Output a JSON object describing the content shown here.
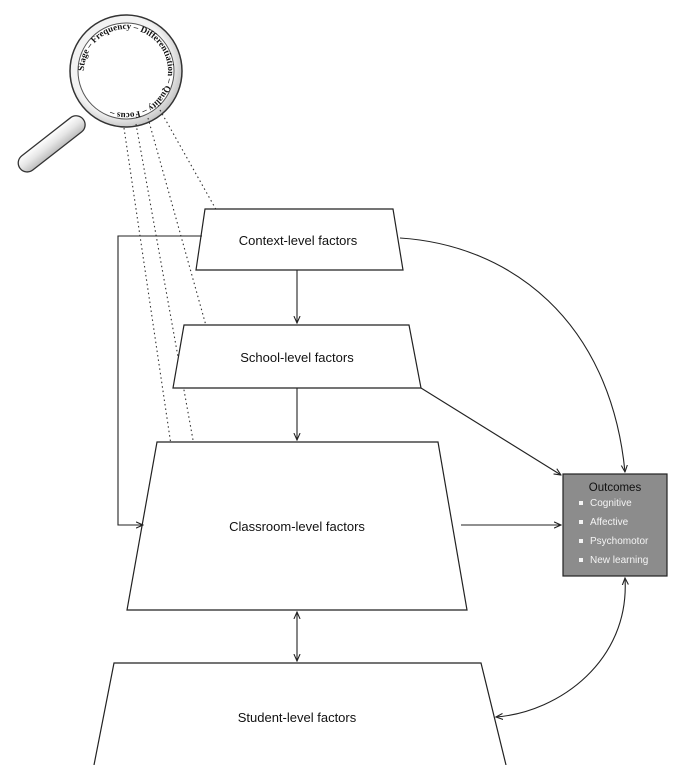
{
  "diagram": {
    "context_label": "Context-level factors",
    "school_label": "School-level factors",
    "classroom_label": "Classroom-level factors",
    "student_label": "Student-level factors",
    "outcomes": {
      "title": "Outcomes",
      "items": [
        "Cognitive",
        "Affective",
        "Psychomotor",
        "New learning"
      ]
    },
    "lens_ring_text": "Stage – Frequency – Differentiation – Quality – Focus –",
    "colors": {
      "outcomes_fill": "#8c8c8c",
      "line": "#222222",
      "lens_rim": "#cfcfcf"
    }
  }
}
